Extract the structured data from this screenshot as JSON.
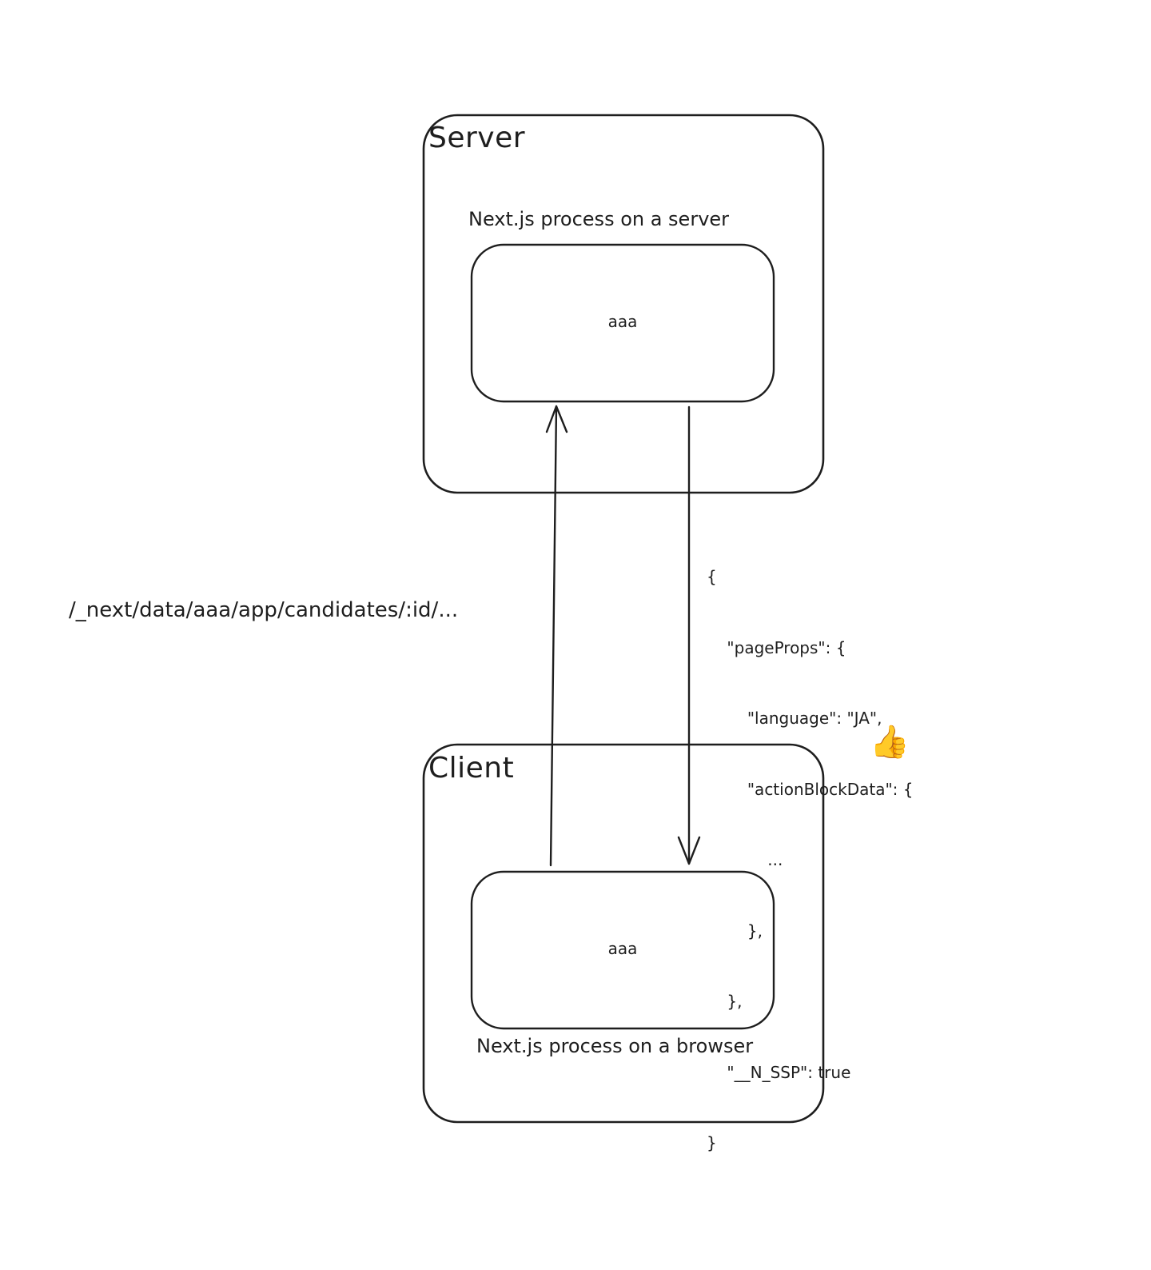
{
  "server": {
    "title": "Server",
    "process_label": "Next.js process on a server",
    "node_label": "aaa"
  },
  "client": {
    "title": "Client",
    "process_label": "Next.js process on a browser",
    "node_label": "aaa"
  },
  "request": {
    "label": "/_next/data/aaa/app/candidates/:id/..."
  },
  "response": {
    "lines": [
      "{",
      "    \"pageProps\": {",
      "        \"language\": \"JA\",",
      "        \"actionBlockData\": {",
      "            ...",
      "        },",
      "    },",
      "    \"__N_SSP\": true",
      "}"
    ]
  },
  "reaction": {
    "icon": "thumbs-up-icon",
    "glyph": "👍"
  }
}
